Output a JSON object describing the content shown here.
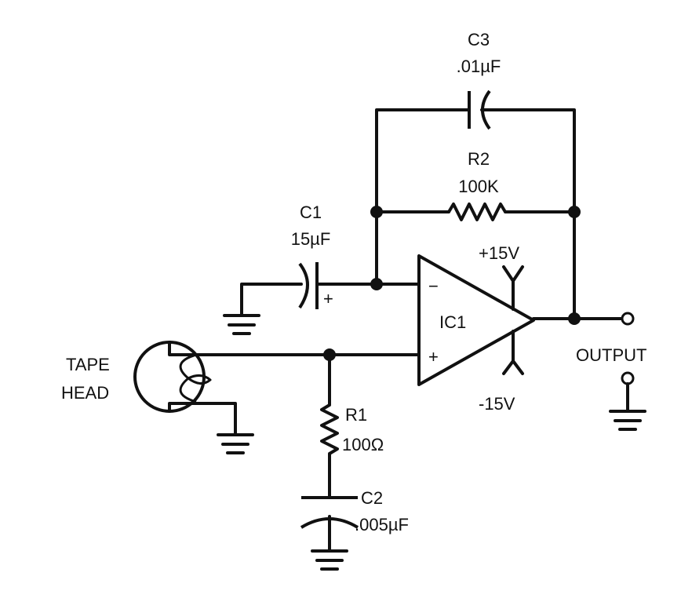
{
  "components": {
    "c3": {
      "ref": "C3",
      "value": ".01µF"
    },
    "r2": {
      "ref": "R2",
      "value": "100K"
    },
    "c1": {
      "ref": "C1",
      "value": "15µF",
      "polarity": "+"
    },
    "ic1": {
      "ref": "IC1",
      "inverting": "−",
      "noninverting": "+"
    },
    "supply": {
      "positive": "+15V",
      "negative": "-15V"
    },
    "r1": {
      "ref": "R1",
      "value": "100Ω"
    },
    "c2": {
      "ref": "C2",
      "value": ".005µF"
    }
  },
  "terminals": {
    "output": "OUTPUT",
    "tape_head_line1": "TAPE",
    "tape_head_line2": "HEAD"
  }
}
